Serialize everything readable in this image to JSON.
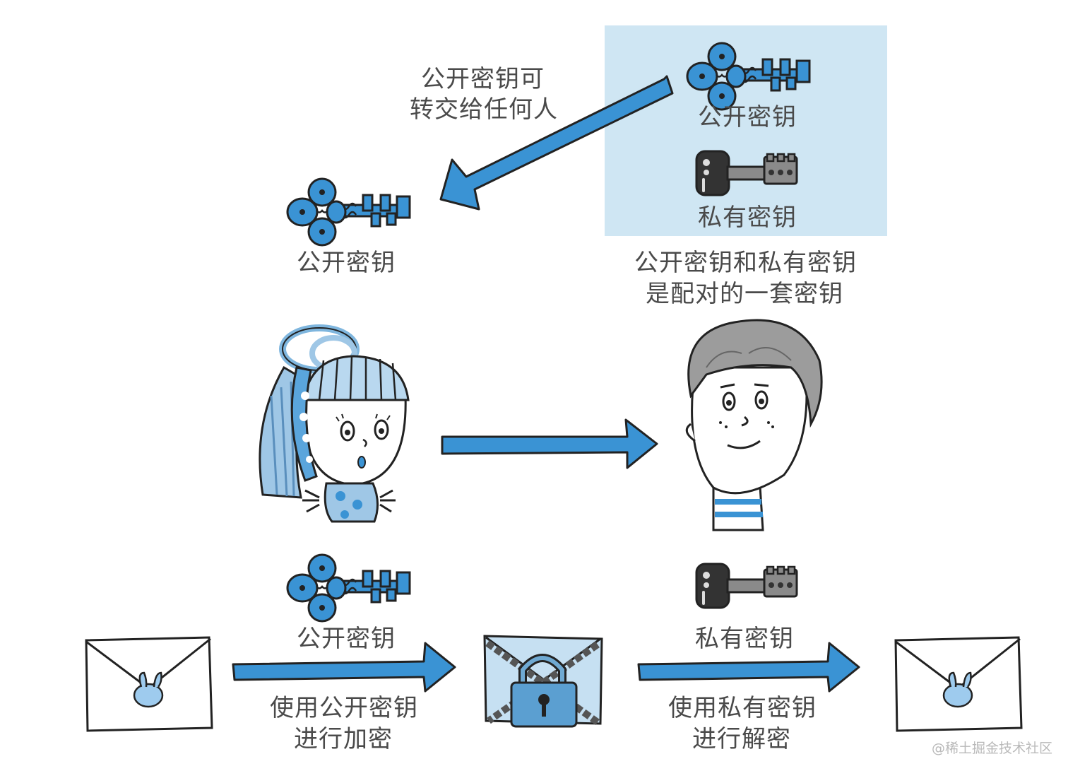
{
  "labels": {
    "transfer_note_line1": "公开密钥可",
    "transfer_note_line2": "转交给任何人",
    "box_public_key": "公开密钥",
    "box_private_key": "私有密钥",
    "received_public_key": "公开密钥",
    "pair_note_line1": "公开密钥和私有密钥",
    "pair_note_line2": "是配对的一套密钥",
    "sender_public_key": "公开密钥",
    "receiver_private_key": "私有密钥",
    "encrypt_line1": "使用公开密钥",
    "encrypt_line2": "进行加密",
    "decrypt_line1": "使用私有密钥",
    "decrypt_line2": "进行解密"
  },
  "watermark": "@稀土掘金技术社区",
  "colors": {
    "accent_blue": "#2f86cc",
    "key_box_bg": "#cfe6f3",
    "private_key_dark": "#3a3a3a",
    "ink": "#222222"
  },
  "icons": [
    "public-key-icon",
    "private-key-icon",
    "envelope-icon",
    "locked-envelope-icon",
    "padlock-icon",
    "girl-character",
    "boy-character",
    "arrow-icon"
  ]
}
